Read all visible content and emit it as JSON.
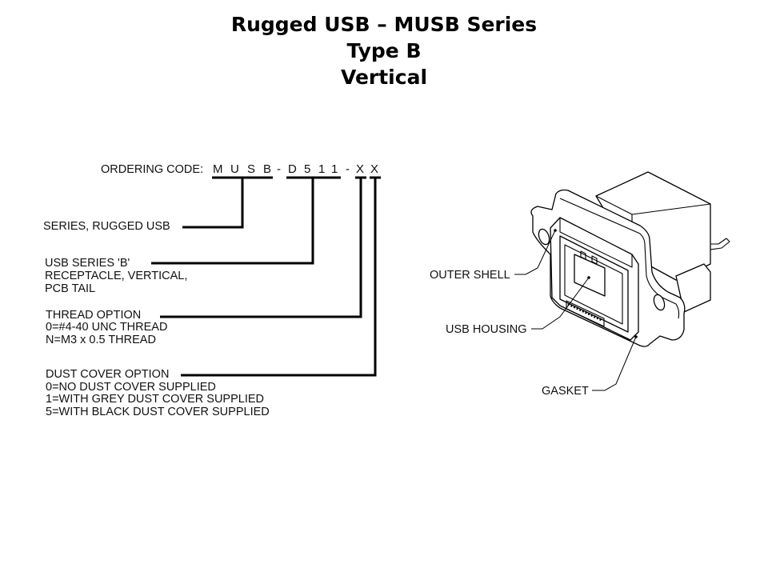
{
  "title": {
    "line1": "Rugged USB – MUSB Series",
    "line2": "Type B",
    "line3": "Vertical"
  },
  "ordering_code": {
    "label": "ORDERING CODE:",
    "segments": [
      {
        "chars": [
          "M",
          "U",
          "S",
          "B"
        ]
      },
      {
        "separator": "-"
      },
      {
        "chars": [
          "D",
          "5",
          "1",
          "1"
        ]
      },
      {
        "separator": "-"
      },
      {
        "chars": [
          "X"
        ]
      },
      {
        "chars": [
          "X"
        ]
      }
    ],
    "c": [
      "M",
      "U",
      "S",
      "B",
      "-",
      "D",
      "5",
      "1",
      "1",
      "-",
      "X",
      "X"
    ]
  },
  "code_descriptions": [
    {
      "heading": "SERIES, RUGGED USB",
      "lines": []
    },
    {
      "heading": "USB SERIES 'B'",
      "lines": [
        "RECEPTACLE, VERTICAL,",
        "PCB TAIL"
      ]
    },
    {
      "heading": "THREAD OPTION",
      "lines": [
        "0=#4-40 UNC THREAD",
        "N=M3 x 0.5 THREAD"
      ]
    },
    {
      "heading": "DUST COVER OPTION",
      "lines": [
        "0=NO DUST COVER SUPPLIED",
        "1=WITH GREY DUST COVER SUPPLIED",
        "5=WITH BLACK DUST COVER SUPPLIED"
      ]
    }
  ],
  "connector_callouts": [
    {
      "label": "OUTER SHELL"
    },
    {
      "label": "USB HOUSING"
    },
    {
      "label": "GASKET"
    }
  ]
}
